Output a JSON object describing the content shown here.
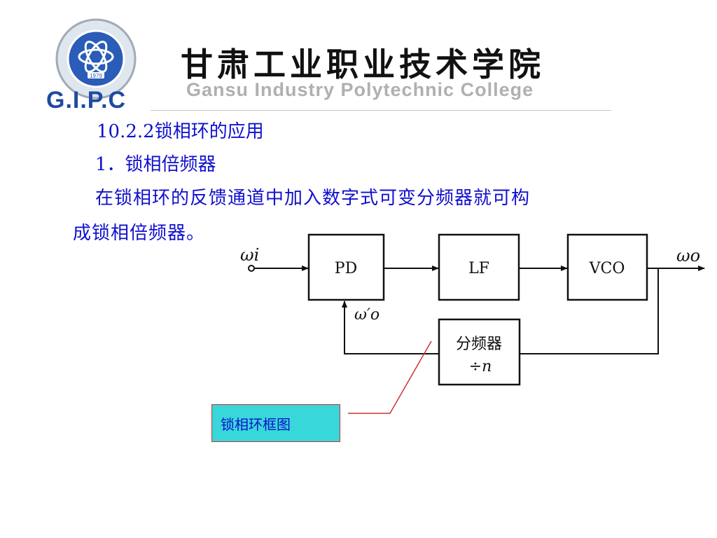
{
  "header": {
    "logo_abbr": "G.I.P.C",
    "logo_year": "1979",
    "college_name_cn": "甘肃工业职业技术学院",
    "college_name_en": "Gansu Industry Polytechnic College"
  },
  "content": {
    "section_title": "10.2.2锁相环的应用",
    "subsection_title": "1．锁相倍频器",
    "body_line1": "在锁相环的反馈通道中加入数字式可变分频器就可构",
    "body_line2": "成锁相倍频器。"
  },
  "diagram": {
    "input_label": "ωi",
    "output_label": "ωo",
    "feedback_label": "ω′o",
    "blocks": {
      "pd": "PD",
      "lf": "LF",
      "vco": "VCO",
      "divider_line1": "分频器",
      "divider_line2": "÷n"
    }
  },
  "callout": {
    "label": "锁相环框图"
  },
  "colors": {
    "text_blue": "#1010cc",
    "callout_bg": "#37d7da",
    "callout_border": "#cc3333",
    "logo_blue": "#1f4aa0"
  }
}
